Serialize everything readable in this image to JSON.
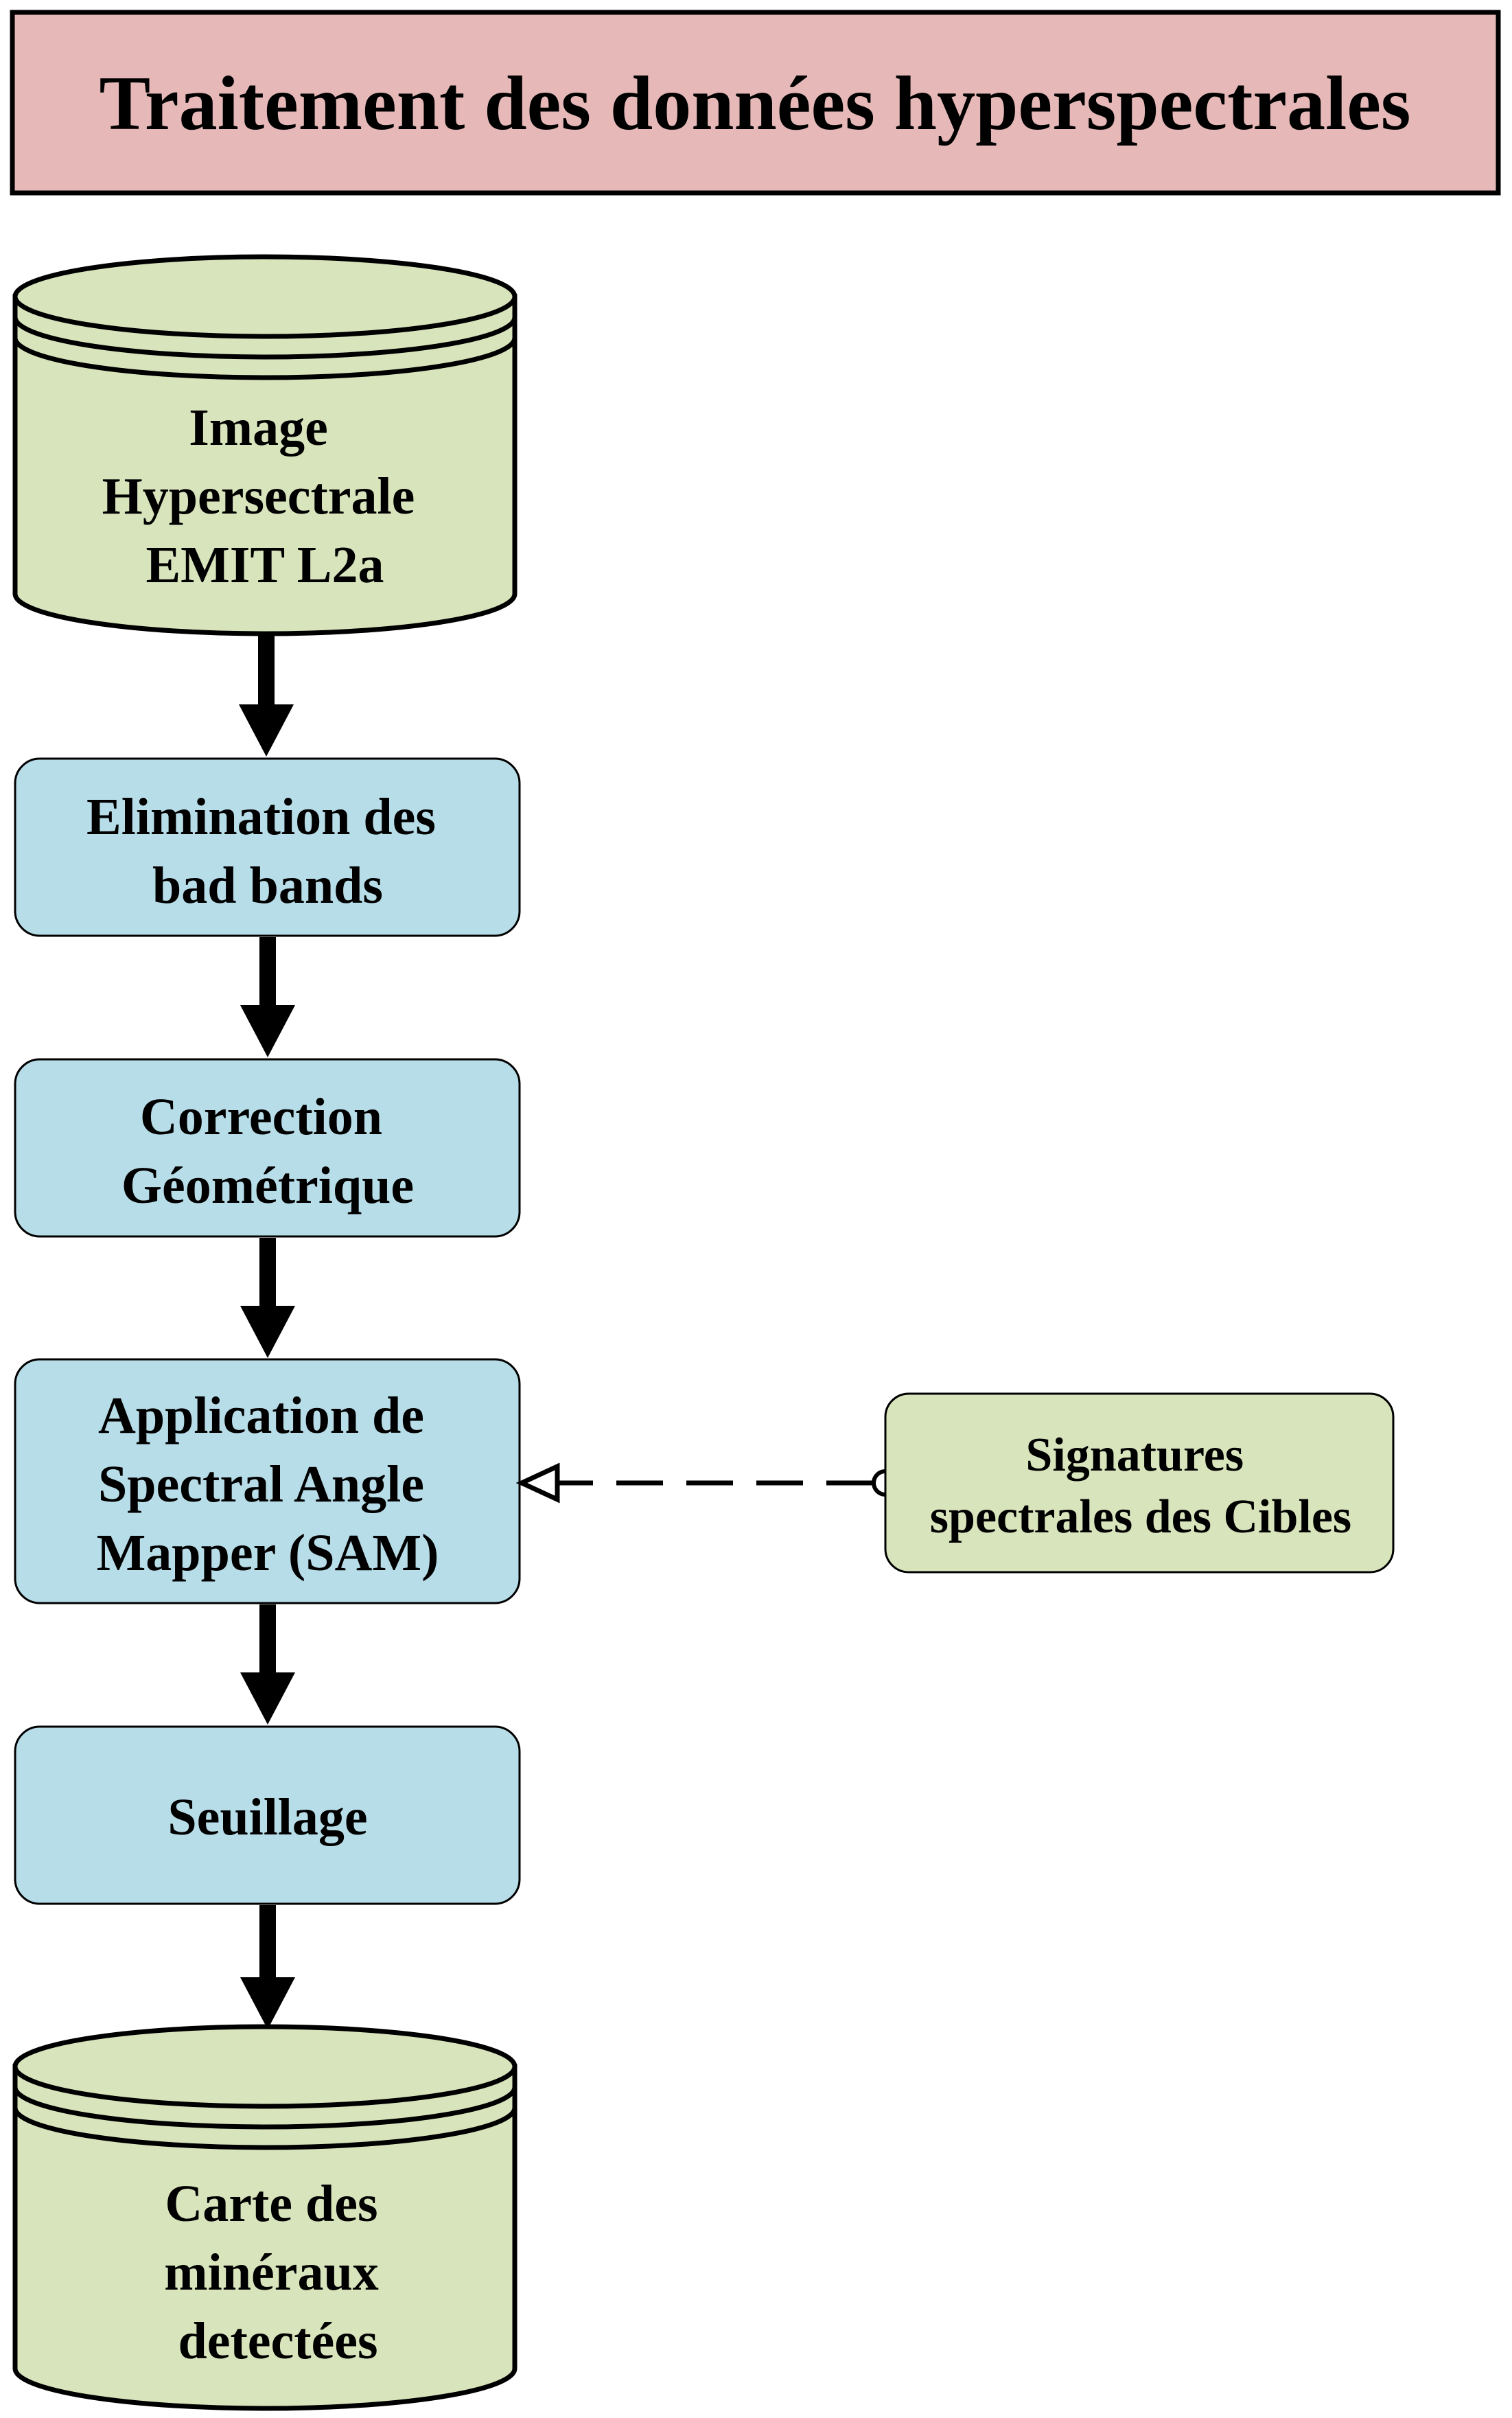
{
  "title": "Traitement des données hyperspectrales",
  "colors": {
    "title_fill": "#e6b9b8",
    "datastore_fill": "#d8e4bc",
    "process_fill": "#b7dde8",
    "side_fill": "#d8e4bc",
    "stroke": "#000000"
  },
  "nodes": {
    "input_image": {
      "lines": [
        "Image",
        "Hypersectrale",
        "EMIT L2a"
      ]
    },
    "bad_bands": {
      "lines": [
        "Elimination des",
        "bad bands"
      ]
    },
    "geometric_correction": {
      "lines": [
        "Correction",
        "Géométrique"
      ]
    },
    "sam": {
      "lines": [
        "Application de",
        "Spectral Angle",
        "Mapper (SAM)"
      ]
    },
    "threshold": {
      "lines": [
        "Seuillage"
      ]
    },
    "output_map": {
      "lines": [
        "Carte des",
        "minéraux",
        "detectées"
      ]
    },
    "target_signatures": {
      "lines": [
        "Signatures",
        "spectrales des Cibles"
      ]
    }
  }
}
